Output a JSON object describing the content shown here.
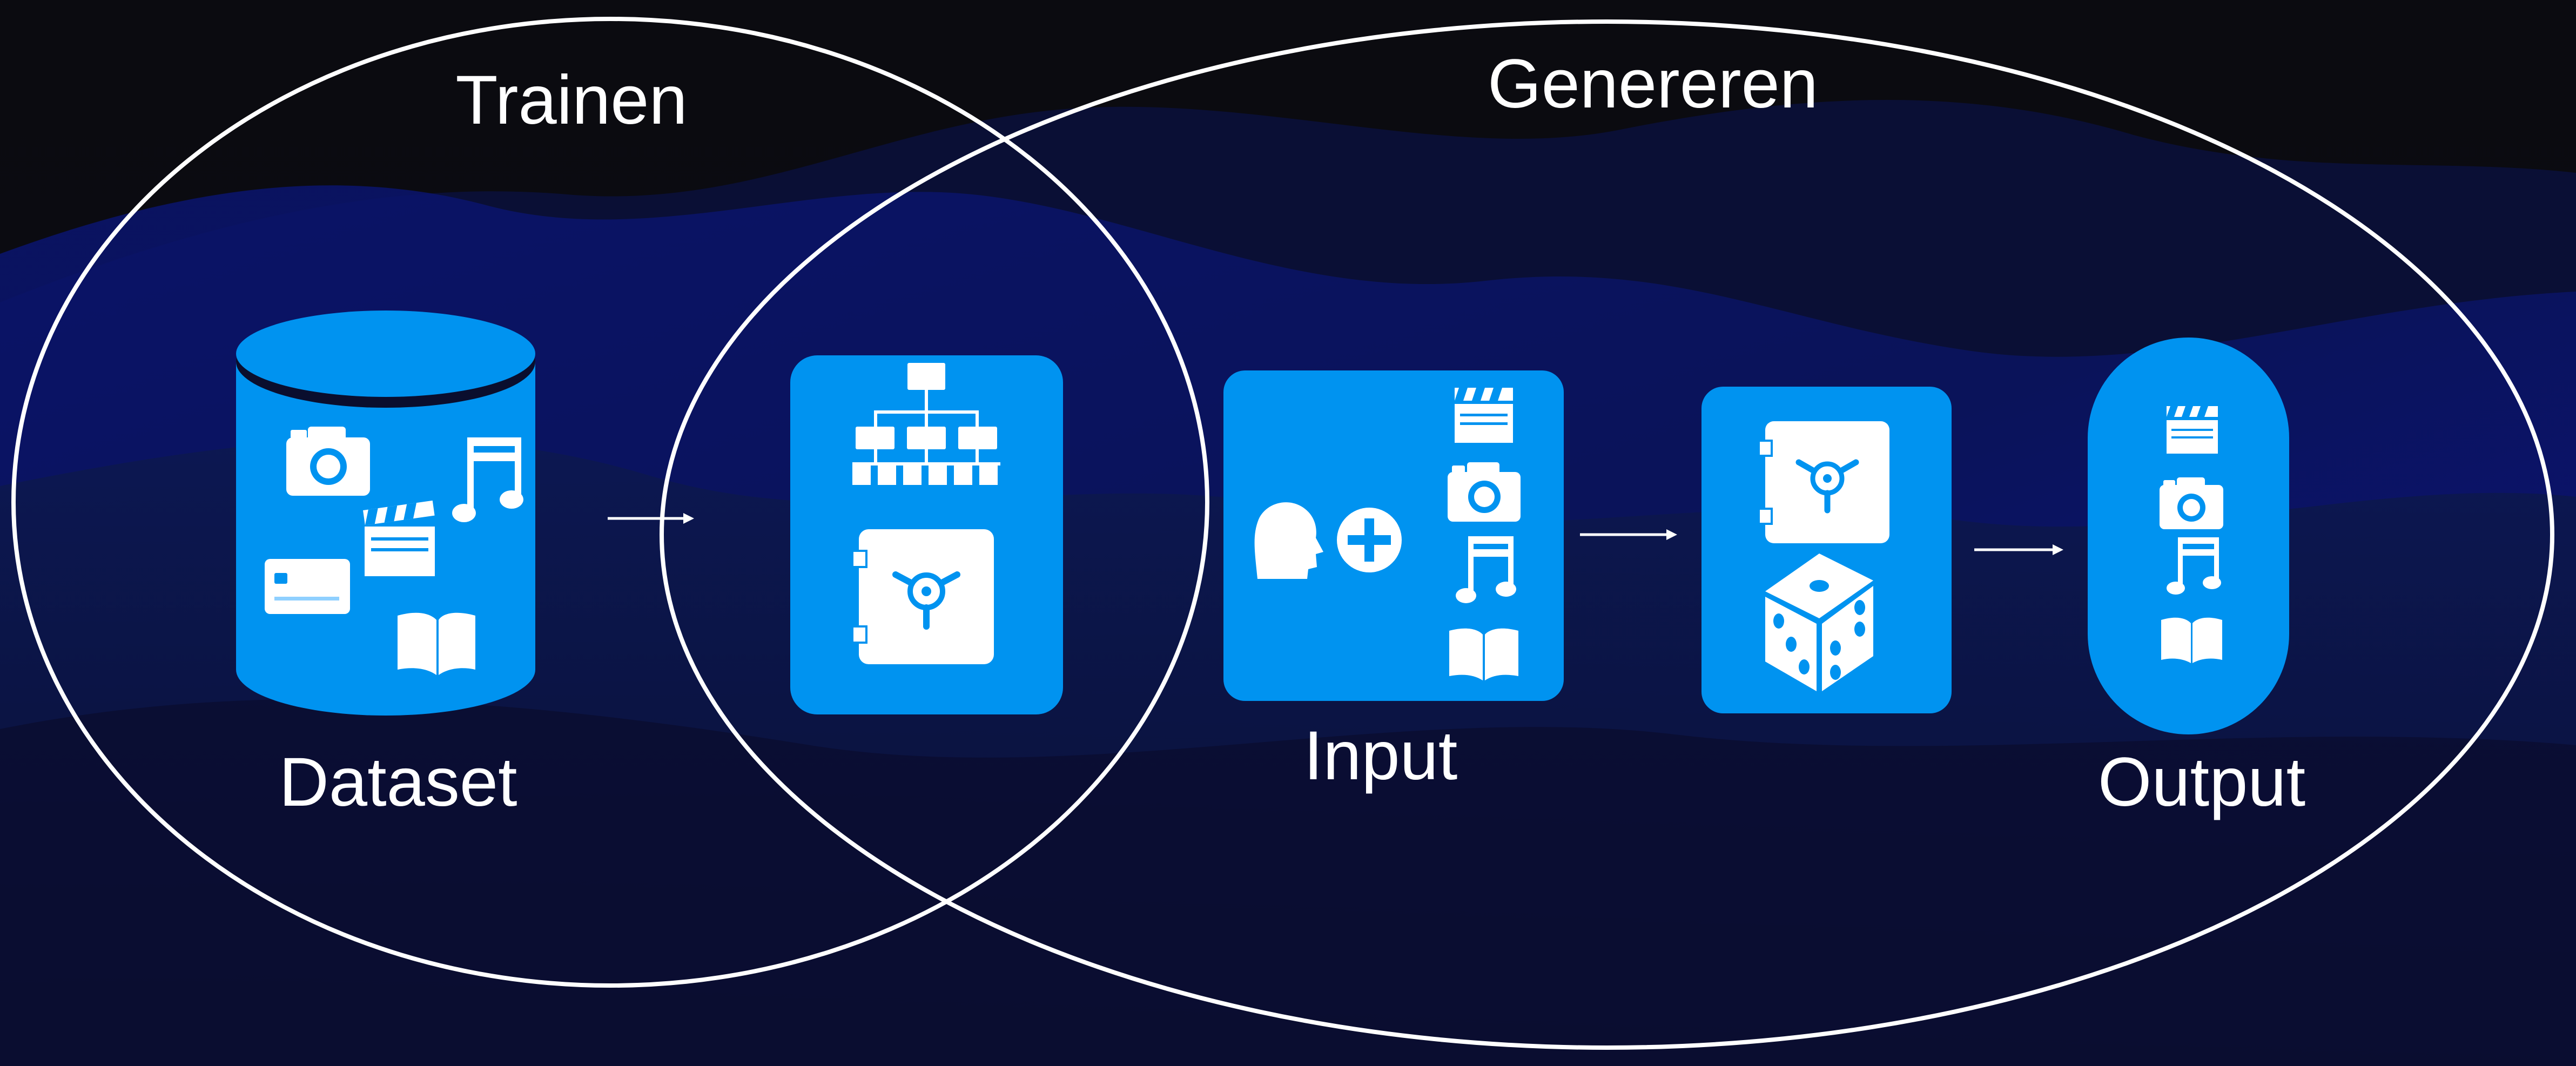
{
  "labels": {
    "trainen": "Trainen",
    "genereren": "Genereren",
    "dataset": "Dataset",
    "input": "Input",
    "output": "Output"
  },
  "colors": {
    "background": "#0b0b10",
    "wave_dark": "#0c1240",
    "wave_mid": "#0a1a8a",
    "accent_blue": "#0093f0",
    "line": "#ffffff"
  },
  "icons": {
    "dataset": [
      "photo-camera-icon",
      "music-note-icon",
      "clapperboard-icon",
      "credit-card-icon",
      "open-book-icon"
    ],
    "model": [
      "hierarchy-network-icon",
      "vault-safe-icon"
    ],
    "input": [
      "person-head-icon",
      "plus-circle-icon",
      "clapperboard-icon",
      "photo-camera-icon",
      "music-note-icon",
      "open-book-icon"
    ],
    "generator": [
      "vault-safe-icon",
      "dice-icon"
    ],
    "output": [
      "clapperboard-icon",
      "photo-camera-icon",
      "music-note-icon",
      "open-book-icon"
    ],
    "arrows": [
      "arrow-right-icon"
    ]
  }
}
